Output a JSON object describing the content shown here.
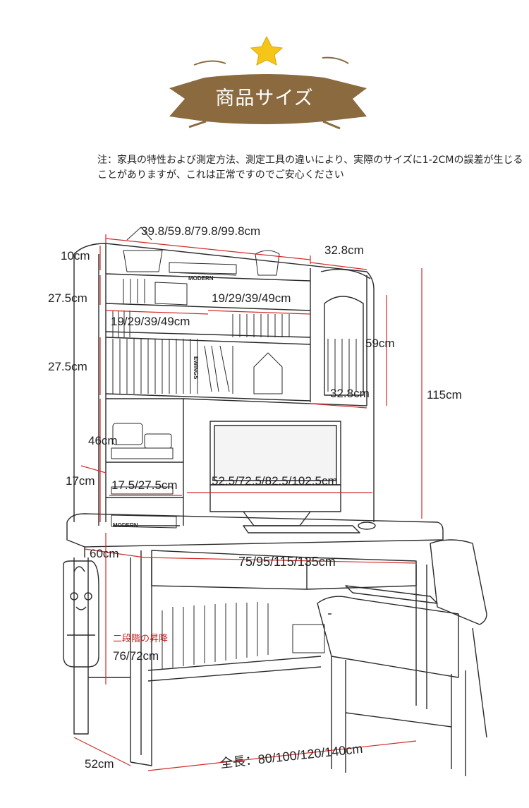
{
  "header": {
    "title": "商品サイズ",
    "colors": {
      "banner": "#8c6a3f",
      "star": "#f5c518",
      "dimension_line": "#d22a2a"
    }
  },
  "note": {
    "text": "注：家具の特性および測定方法、測定工具の違いにより、実際のサイズに1-2CMの誤差が生じることがありますが、これは正常ですのでご安心ください"
  },
  "dimensions": {
    "top_width": "39.8/59.8/79.8/99.8cm",
    "top_height": "10cm",
    "side_depth_top": "32.8cm",
    "shelf_height_1": "27.5cm",
    "inner_width_right": "19/29/39/49cm",
    "inner_width_left": "19/29/39/49cm",
    "right_cabinet_height": "59cm",
    "shelf_height_2": "27.5cm",
    "side_depth_mid": "32.8cm",
    "total_height": "115cm",
    "hutch_height": "46cm",
    "low_shelf_height": "17cm",
    "small_shelf_width": "17.5/27.5cm",
    "monitor_bay_width": "52.5/72.5/82.5/102.5cm",
    "desk_depth": "60cm",
    "desk_width": "75/95/115/135cm",
    "adjust_note": "二段階の昇降",
    "desk_height": "76/72cm",
    "base_depth": "52cm",
    "total_length": "全長：80/100/120/140cm"
  },
  "book_labels": {
    "modern": "MODERN",
    "ewings": "EWINGS"
  }
}
